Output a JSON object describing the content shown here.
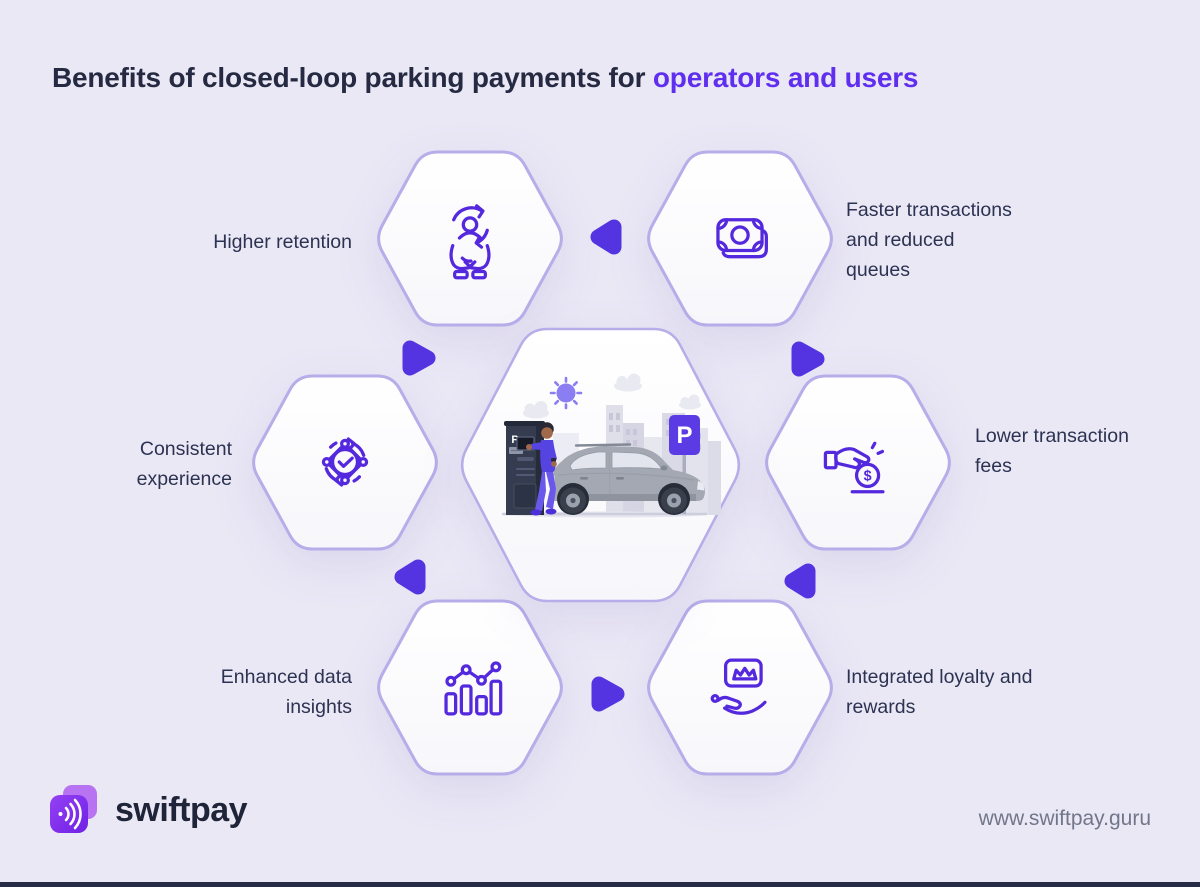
{
  "title": {
    "prefix": "Benefits of closed-loop parking payments for",
    "highlight": "operators and users"
  },
  "benefits": [
    {
      "label": "Higher retention",
      "icon": "hands-user-retention-icon"
    },
    {
      "label": "Faster transactions and reduced queues",
      "icon": "banknote-icon"
    },
    {
      "label": "Consistent experience",
      "icon": "cycle-check-icon"
    },
    {
      "label": "Lower transaction fees",
      "icon": "hand-coin-dollar-icon",
      "icon_symbol": "$"
    },
    {
      "label": "Enhanced data insights",
      "icon": "bar-line-chart-icon"
    },
    {
      "label": "Integrated loyalty and rewards",
      "icon": "hand-loyalty-card-icon"
    }
  ],
  "center": {
    "illustration": "person-paying-at-parking-kiosk-next-to-car",
    "sign_letter": "P",
    "kiosk_letter": "P"
  },
  "footer": {
    "logo_text": "swiftpay",
    "website": "www.swiftpay.guru"
  },
  "colors": {
    "background": "#EAE8F5",
    "accent_icon": "#5429DE",
    "arrow": "#5334E0",
    "title_highlight": "#5F2EEE",
    "hex_border": "#B6ADE9",
    "text": "#2C3252",
    "logo_front": "#7F2BEF",
    "logo_back": "#B873F2",
    "footer_bar": "#272C45"
  }
}
